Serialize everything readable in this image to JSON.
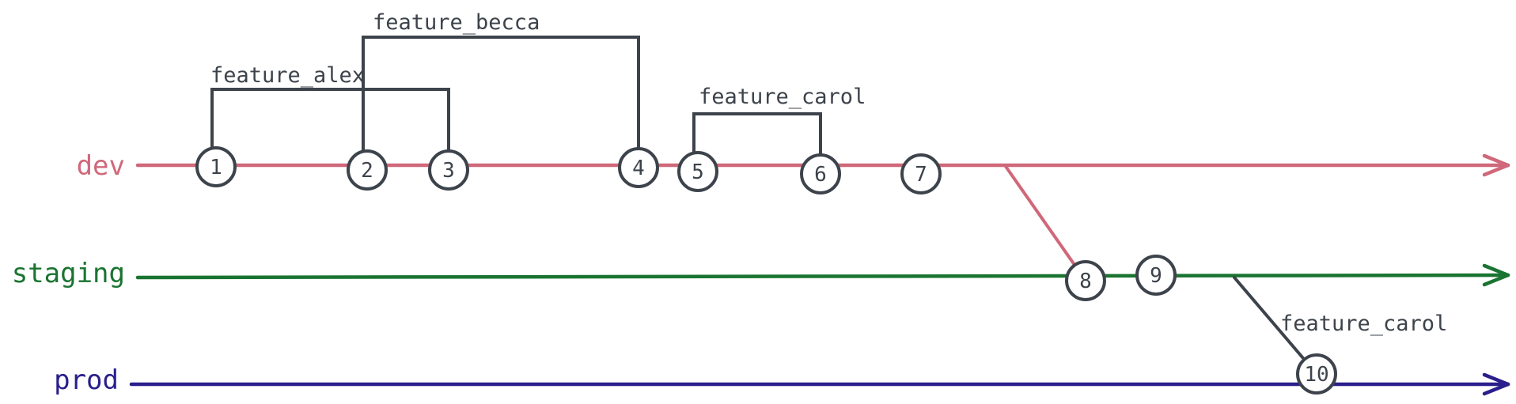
{
  "colors": {
    "dev": "#d0687a",
    "staging": "#1a7431",
    "prod": "#2a1f8c",
    "ink": "#3d434b"
  },
  "lanes": [
    {
      "id": "dev",
      "label": "dev"
    },
    {
      "id": "staging",
      "label": "staging"
    },
    {
      "id": "prod",
      "label": "prod"
    }
  ],
  "commits": [
    {
      "id": "1",
      "label": "1",
      "lane": "dev"
    },
    {
      "id": "2",
      "label": "2",
      "lane": "dev"
    },
    {
      "id": "3",
      "label": "3",
      "lane": "dev"
    },
    {
      "id": "4",
      "label": "4",
      "lane": "dev"
    },
    {
      "id": "5",
      "label": "5",
      "lane": "dev"
    },
    {
      "id": "6",
      "label": "6",
      "lane": "dev"
    },
    {
      "id": "7",
      "label": "7",
      "lane": "dev"
    },
    {
      "id": "8",
      "label": "8",
      "lane": "staging"
    },
    {
      "id": "9",
      "label": "9",
      "lane": "staging"
    },
    {
      "id": "10",
      "label": "10",
      "lane": "prod"
    }
  ],
  "feature_branches": [
    {
      "id": "feature_alex",
      "label": "feature_alex",
      "from": "1",
      "to": "3"
    },
    {
      "id": "feature_becca",
      "label": "feature_becca",
      "from": "2",
      "to": "4"
    },
    {
      "id": "feature_carol_dev",
      "label": "feature_carol",
      "from": "5",
      "to": "6"
    }
  ],
  "merges": [
    {
      "id": "dev_to_staging",
      "from_lane": "dev",
      "to": "8",
      "label": ""
    },
    {
      "id": "staging_to_prod",
      "from_lane": "staging",
      "to": "10",
      "label": "feature_carol"
    }
  ]
}
